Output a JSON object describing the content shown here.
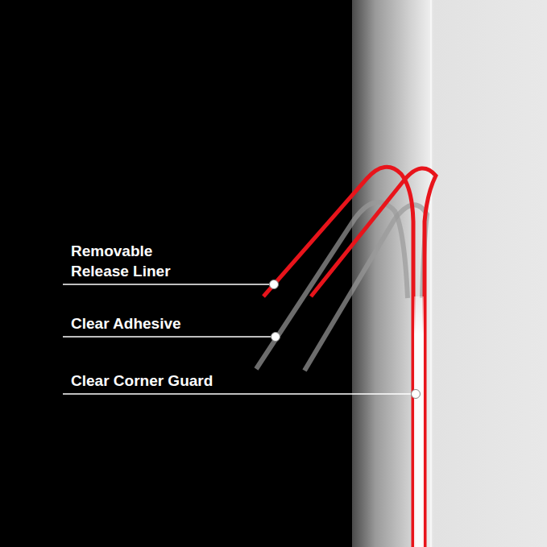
{
  "diagram": {
    "labels": [
      "Removable Release Liner",
      "Clear Adhesive",
      "Clear Corner Guard"
    ]
  }
}
